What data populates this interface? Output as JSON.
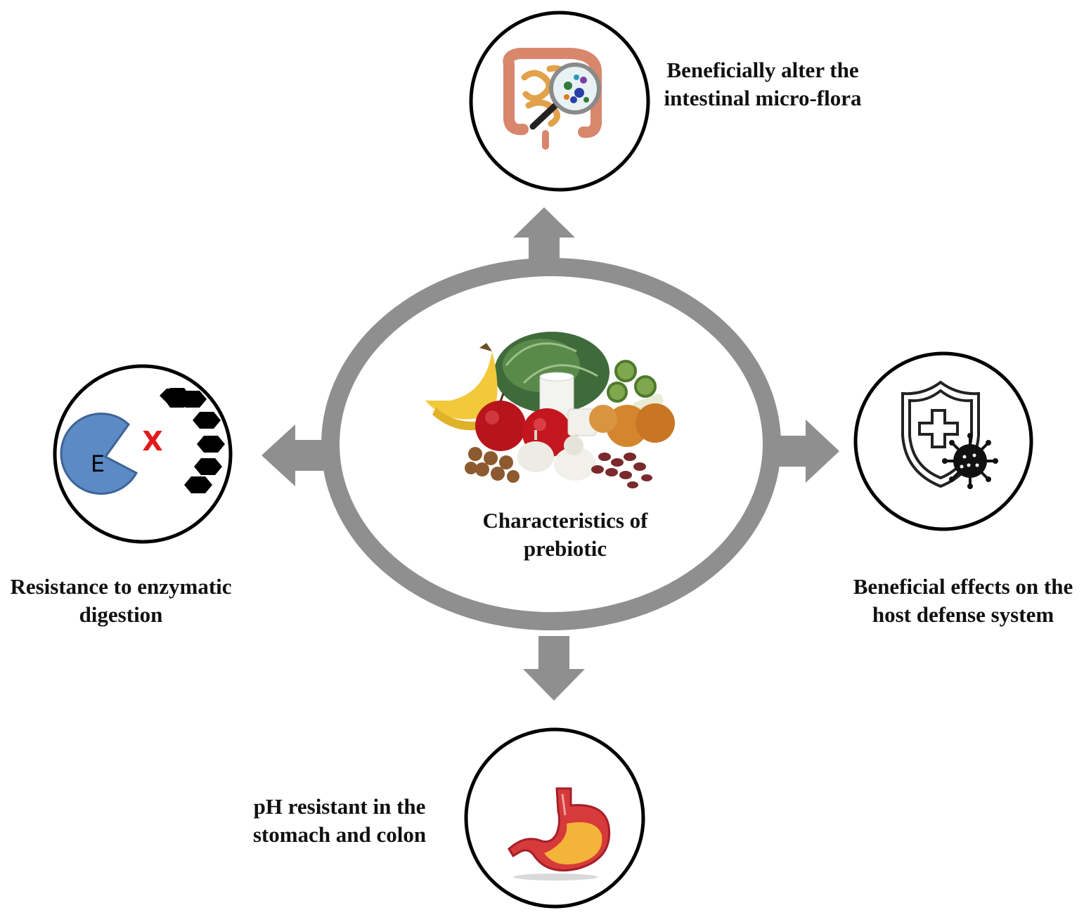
{
  "center": {
    "title_lines": [
      "Characteristics of",
      "prebiotic"
    ],
    "ring_color": "#8f8f8f"
  },
  "nodes": {
    "top": {
      "label_lines": [
        "Beneficially alter the",
        "intestinal micro-flora"
      ],
      "icon": "intestine-magnifier-icon"
    },
    "right": {
      "label_lines": [
        "Beneficial effects on the",
        "host defense system"
      ],
      "icon": "shield-virus-icon"
    },
    "bottom": {
      "label_lines": [
        "pH resistant in the",
        "stomach and colon"
      ],
      "icon": "stomach-icon"
    },
    "left": {
      "label_lines": [
        "Resistance to enzymatic",
        "digestion"
      ],
      "icon": "enzyme-blocked-icon",
      "enzyme_letter": "E",
      "block_mark": "X"
    }
  },
  "colors": {
    "arrow": "#8f8f8f",
    "enzyme": "#5b8ac4",
    "block_mark": "#e01b1b",
    "node_border": "#000000"
  }
}
